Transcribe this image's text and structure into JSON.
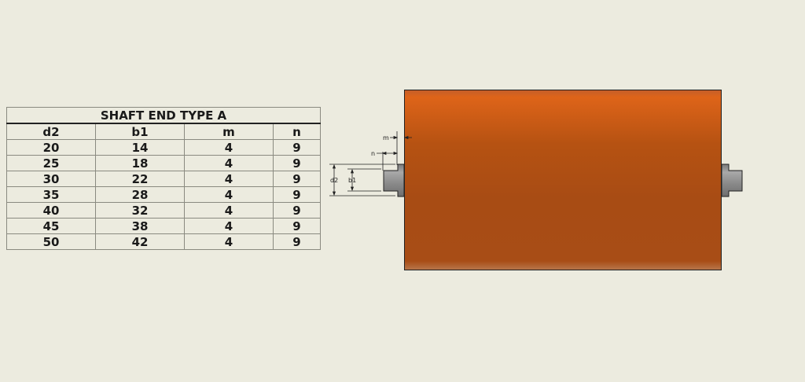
{
  "table": {
    "title": "SHAFT END TYPE A",
    "headers": [
      "d2",
      "b1",
      "m",
      "n"
    ],
    "rows": [
      [
        "20",
        "14",
        "4",
        "9"
      ],
      [
        "25",
        "18",
        "4",
        "9"
      ],
      [
        "30",
        "22",
        "4",
        "9"
      ],
      [
        "35",
        "28",
        "4",
        "9"
      ],
      [
        "40",
        "32",
        "4",
        "9"
      ],
      [
        "45",
        "38",
        "4",
        "9"
      ],
      [
        "50",
        "42",
        "4",
        "9"
      ]
    ]
  },
  "drawing": {
    "labels": {
      "m": "m",
      "n": "n",
      "d2": "d2",
      "b1": "b1"
    },
    "colors": {
      "roller_top": "#dc621a",
      "roller_mid": "#b45012",
      "roller_bottom": "#a74d16",
      "shaft": "#8c8c8c",
      "background": "#ecebdf"
    }
  }
}
